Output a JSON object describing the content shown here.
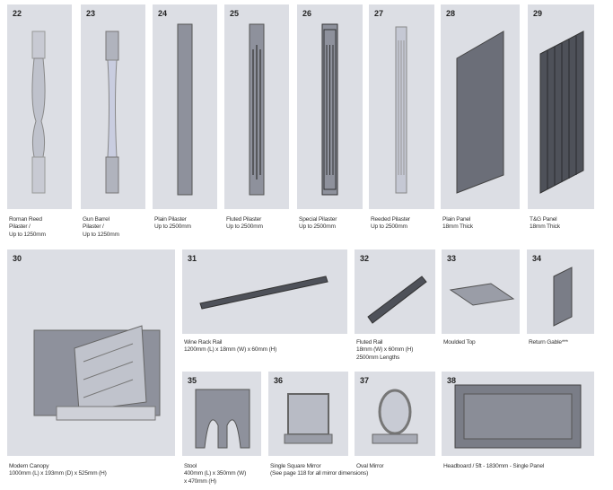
{
  "items": [
    {
      "num": "22",
      "l1": "Roman Reed",
      "l2": "Pilaster /",
      "l3": "Up to 1250mm"
    },
    {
      "num": "23",
      "l1": "Gun Barrel",
      "l2": "Pilaster /",
      "l3": "Up to 1250mm"
    },
    {
      "num": "24",
      "l1": "Plain Pilaster",
      "l2": "Up to 2500mm"
    },
    {
      "num": "25",
      "l1": "Fluted Pilaster",
      "l2": "Up to 2500mm"
    },
    {
      "num": "26",
      "l1": "Special Pilaster",
      "l2": "Up to 2500mm"
    },
    {
      "num": "27",
      "l1": "Reeded Pilaster",
      "l2": "Up to 2500mm"
    },
    {
      "num": "28",
      "l1": "Plain Panel",
      "l2": "18mm Thick"
    },
    {
      "num": "29",
      "l1": "T&G Panel",
      "l2": "18mm Thick"
    },
    {
      "num": "30",
      "l1": "Modern Canopy",
      "l2": "1000mm (L) x 193mm (D) x 525mm (H)"
    },
    {
      "num": "31",
      "l1": "Wine Rack Rail",
      "l2": "1200mm (L) x 18mm (W) x 60mm (H)"
    },
    {
      "num": "32",
      "l1": "Fluted Rail",
      "l2": "18mm (W) x 60mm (H)",
      "l3": "2500mm Lengths"
    },
    {
      "num": "33",
      "l1": "Moulded Top"
    },
    {
      "num": "34",
      "l1": "Return Gable***"
    },
    {
      "num": "35",
      "l1": "Stool",
      "l2": "400mm (L) x 350mm (W)",
      "l3": "x 470mm (H)"
    },
    {
      "num": "36",
      "l1": "Single Square Mirror",
      "l2": "(See page 118 for all mirror dimensions)"
    },
    {
      "num": "37",
      "l1": "Oval Mirror"
    },
    {
      "num": "38",
      "l1": "Headboard / 5ft - 1830mm - Single Panel"
    }
  ]
}
